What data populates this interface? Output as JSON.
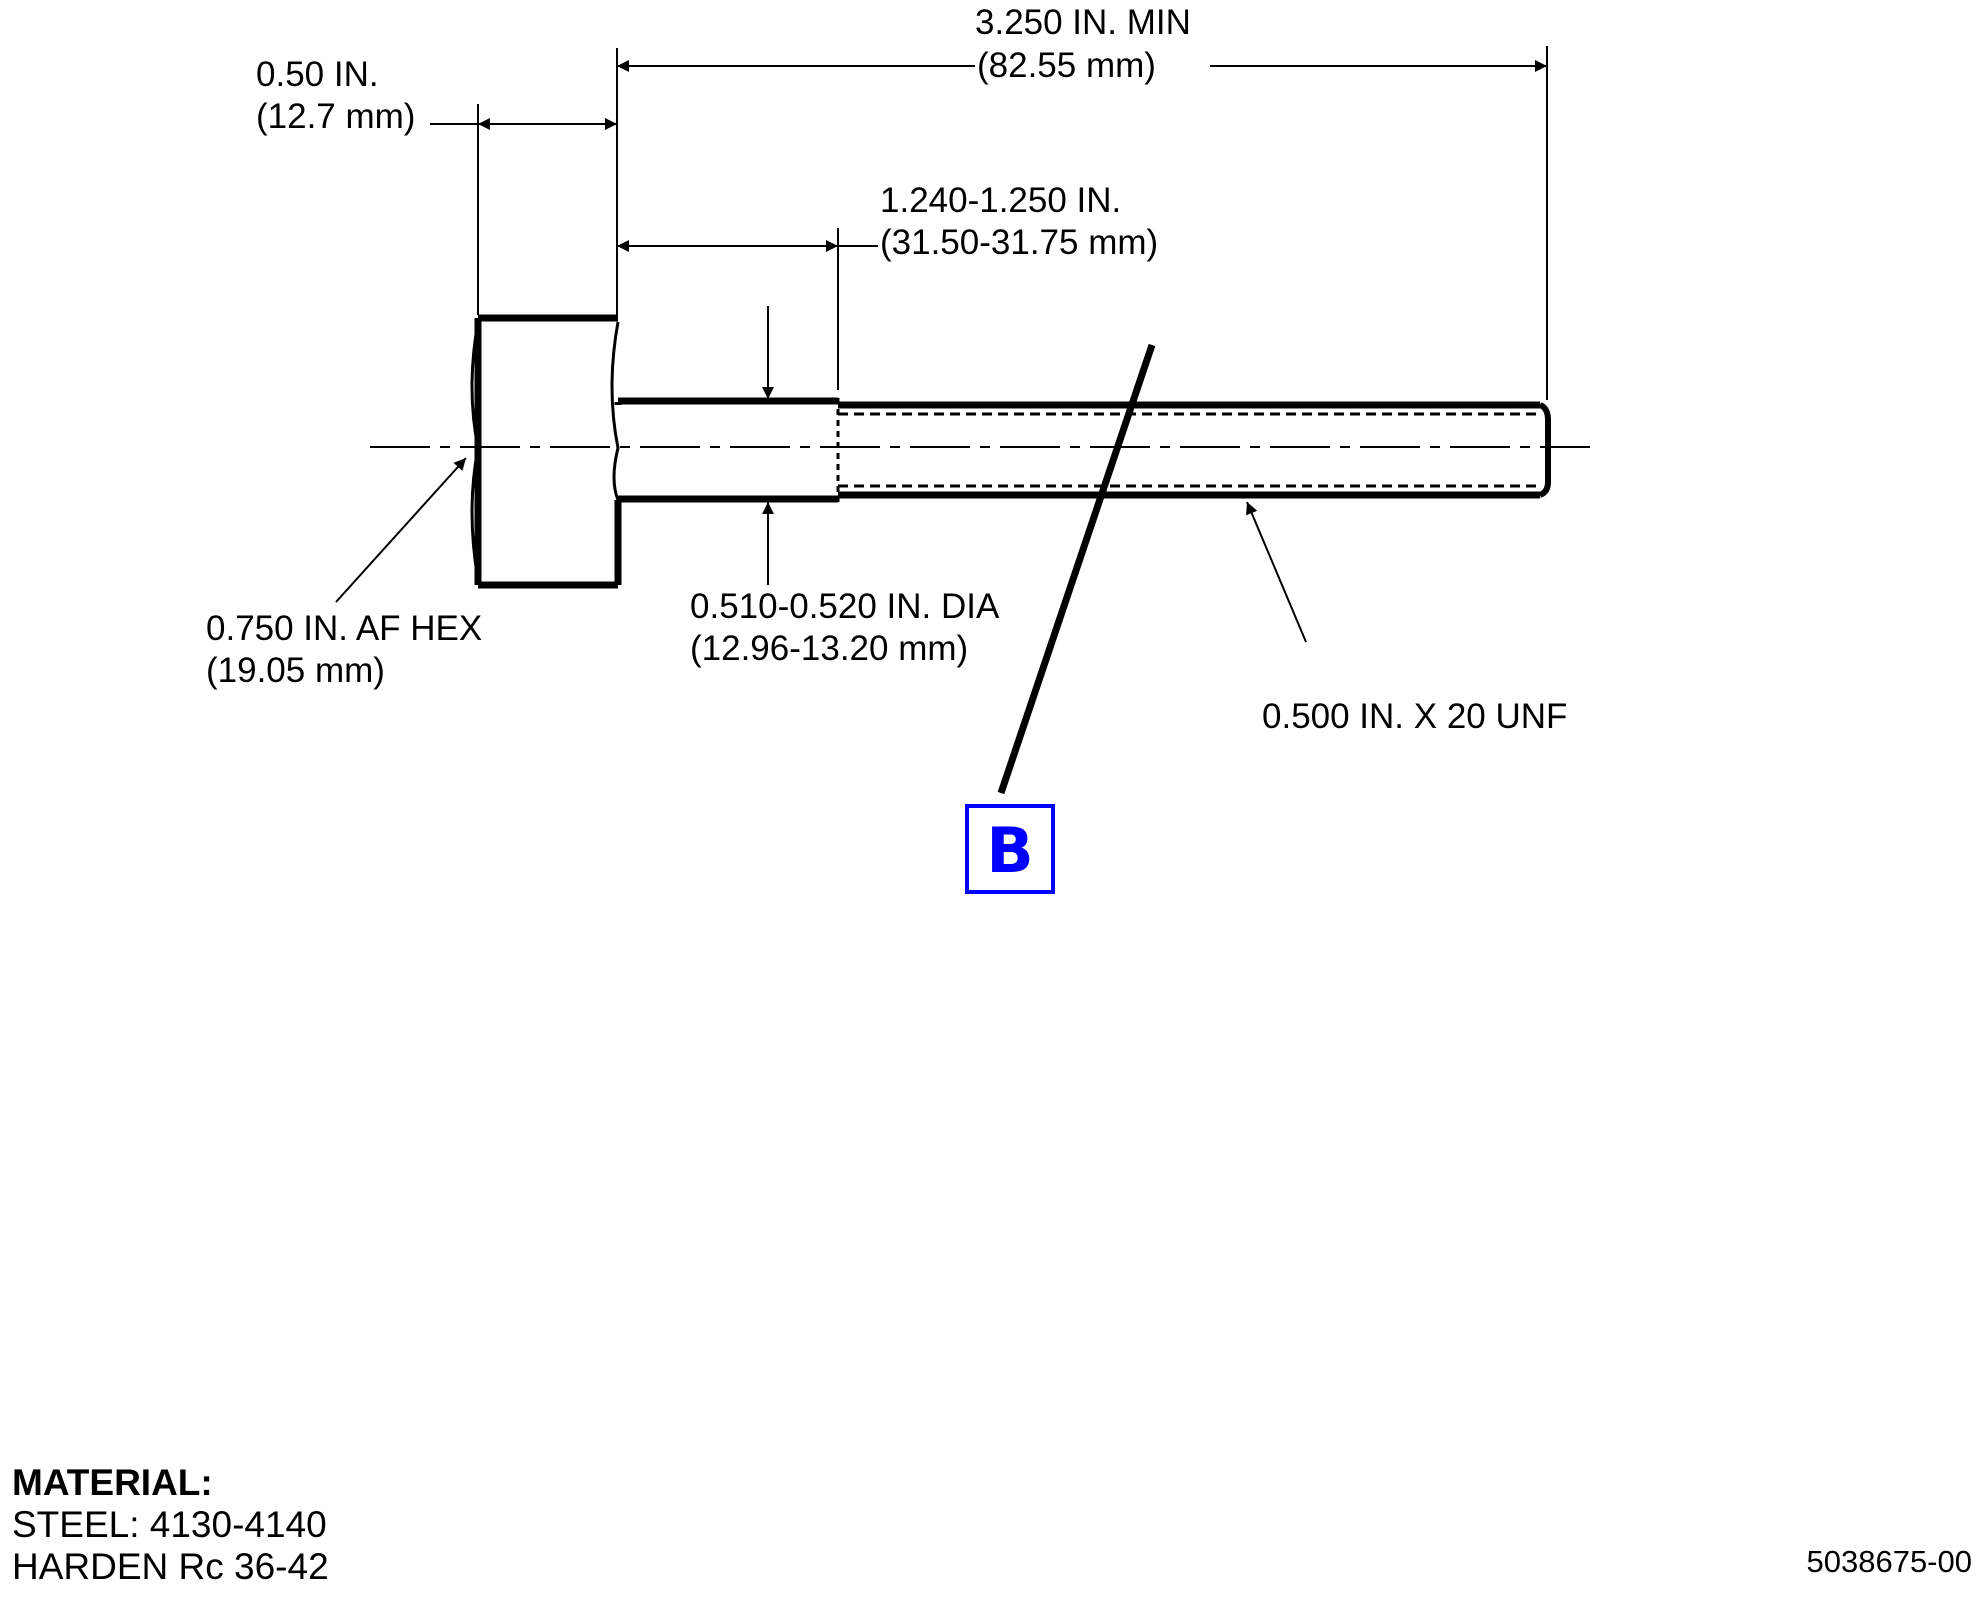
{
  "dimensions": {
    "overall_length": {
      "line1": "3.250 IN. MIN",
      "line2": "(82.55 mm)"
    },
    "head_height": {
      "line1": "0.50 IN.",
      "line2": "(12.7 mm)"
    },
    "shank_length": {
      "line1": "1.240-1.250 IN.",
      "line2": "(31.50-31.75 mm)"
    },
    "shank_diameter": {
      "line1": "0.510-0.520 IN. DIA",
      "line2": "(12.96-13.20 mm)"
    },
    "hex": {
      "line1": "0.750 IN. AF HEX",
      "line2": "(19.05 mm)"
    },
    "thread": {
      "line1": "0.500 IN. X 20 UNF"
    }
  },
  "callout": {
    "label": "B",
    "color": "#0000ff"
  },
  "material": {
    "heading": "MATERIAL:",
    "line1": "STEEL: 4130-4140",
    "line2": "HARDEN Rc 36-42"
  },
  "drawing_number": "5038675-00"
}
